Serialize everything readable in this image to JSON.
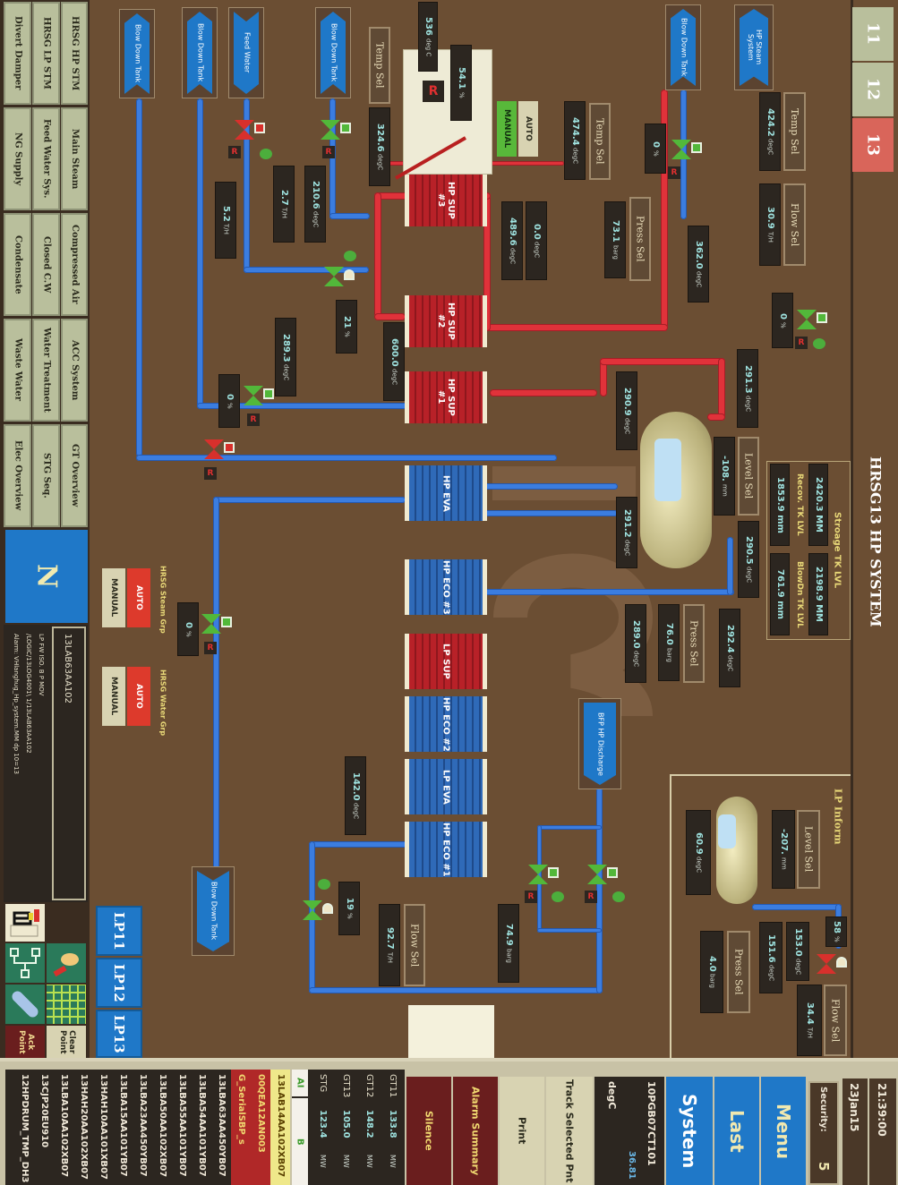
{
  "window": {
    "title": "HRSG13 HP SYSTEM"
  },
  "unit_tabs": [
    {
      "label": "11",
      "active": false
    },
    {
      "label": "12",
      "active": false
    },
    {
      "label": "13",
      "active": true
    }
  ],
  "nav": {
    "row1": [
      "HRSG HP STM",
      "Main Steam",
      "Compressed Air",
      "ACC System",
      "GT Overview"
    ],
    "row2": [
      "HRSG LP STM",
      "Feed Water Sys.",
      "Closed C.W",
      "Water Treatment",
      "STG Seq."
    ],
    "row3": [
      "Divert Damper",
      "NG Supply",
      "Condensate",
      "Waste Water",
      "Elec Overview"
    ],
    "north_label": "N",
    "selected_point": "13LAB63AA102",
    "alarm_lines": [
      "LP FW ISO. B P MOV",
      "/LOGIC/13LOG4001\\ 1/13LAB63AA102",
      "Alarm: VHlanghug_Hp_system.MM dp 10=13"
    ]
  },
  "toolbox": {
    "ack_point": "Ack Point",
    "clear_point": "Clear Point"
  },
  "lp_buttons": [
    "LP11",
    "LP12",
    "LP13"
  ],
  "header_right": {
    "time": "21:39:00",
    "date": "23Jan15",
    "security_label": "Security:",
    "security_level": "5",
    "menu": "Menu",
    "last": "Last",
    "system": "System"
  },
  "tracked_point": {
    "tag": "10PGB07CT101",
    "unit": "degC",
    "value": "36.81"
  },
  "action_buttons": {
    "track": "Track Selected Pnt",
    "print": "Print",
    "alarm_summary": "Alarm Summary",
    "silence": "Silence"
  },
  "power": {
    "tabs": [
      "AI",
      "B"
    ],
    "rows": [
      {
        "unit": "GT11",
        "value": "133.8",
        "uom": "MW"
      },
      {
        "unit": "GT12",
        "value": "148.2",
        "uom": "MW"
      },
      {
        "unit": "GT13",
        "value": "105.0",
        "uom": "MW"
      },
      {
        "unit": "STG",
        "value": "123.4",
        "uom": "MW"
      }
    ]
  },
  "alarm_tags": {
    "highlighted": "13LAB14AA102XB07",
    "active": [
      "00QEA12AN003",
      "G_SerialSBP_s"
    ],
    "list": [
      "13LBA63AA450YB07",
      "13LBA54AA101YB07",
      "13LBA55AA101YB07",
      "13LBA50AA102XB07",
      "13LBA23AA450YB07",
      "13LBA15AA101YB07",
      "13HAH10AA101XB07",
      "13HAH20AA102XB07",
      "13LBA10AA102XB07",
      "13CJP20EU910",
      "12HPDRUM_TMP_DH3"
    ]
  },
  "storage": {
    "title": "Stroage TK LVL",
    "top_values": [
      "2420.3 MM",
      "2198.9 MM"
    ],
    "recov_label": "Recov. TK LVL",
    "blowdn_label": "BlowDn TK LVL",
    "recov_value": "1853.9 mm",
    "blowdn_value": "761.9 mm"
  },
  "arrows": {
    "hp_steam": "HP Steam System",
    "blowdown_top": "Blow Down Tank",
    "blowdown_left1": "Blow Down Tank",
    "blowdown_left2": "Blow Down Tank",
    "feed_water": "Feed Water",
    "blowdown_mid": "Blow Down Tank",
    "blowdown_bottom": "Blow Down Tank",
    "bfp_hp": "BFP HP Discharge"
  },
  "exchangers": {
    "hp_sup3": "HP SUP #3",
    "hp_sup2": "HP SUP #2",
    "hp_sup1": "HP SUP #1",
    "hp_eva": "HP EVA",
    "hp_eco3": "HP ECO #3",
    "lp_sup": "LP SUP",
    "hp_eco2": "HP ECO #2",
    "lp_eva": "LP EVA",
    "hp_eco1": "HP ECO #1"
  },
  "select_buttons": {
    "temp_sel_main": "Temp Sel",
    "flow_sel_main": "Flow Sel",
    "temp_sel_mid": "Temp Sel",
    "press_sel_mid": "Press Sel",
    "temp_sel_left": "Temp Sel",
    "level_sel_drum": "Level Sel",
    "press_sel_drum": "Press Sel",
    "level_sel_lp": "Level Sel",
    "press_sel_lp": "Press Sel",
    "flow_sel_lp": "Flow Sel",
    "flow_sel_fw": "Flow Sel"
  },
  "readouts": {
    "main_temp": {
      "v": "424.2",
      "u": "degC"
    },
    "main_flow": {
      "v": "30.9",
      "u": "T/H"
    },
    "bd_valve_pct": {
      "v": "0",
      "u": "%"
    },
    "t362": {
      "v": "362.0",
      "u": "degC"
    },
    "main_valve_pct": {
      "v": "0",
      "u": "%"
    },
    "mid_temp": {
      "v": "474.4",
      "u": "degC"
    },
    "mid_press": {
      "v": "73.1",
      "u": "barg"
    },
    "sup3_out": {
      "v": "489.6",
      "u": "degC"
    },
    "sup3_zero": {
      "v": "0.0",
      "u": "degC"
    },
    "att_pct": {
      "v": "54.1",
      "u": "%"
    },
    "t536": {
      "v": "536",
      "u": "deg C"
    },
    "left_temp": {
      "v": "324.6",
      "u": "degC"
    },
    "t210": {
      "v": "210.6",
      "u": "degC"
    },
    "f27": {
      "v": "2.7",
      "u": "T/H"
    },
    "f52": {
      "v": "5.2",
      "u": "T/H"
    },
    "spray_pct": {
      "v": "21",
      "u": "%"
    },
    "t289_3": {
      "v": "289.3",
      "u": "degC"
    },
    "t600": {
      "v": "600.0",
      "u": "degC"
    },
    "bd2_pct": {
      "v": "0",
      "u": "%"
    },
    "drum_291_3": {
      "v": "291.3",
      "u": "degC"
    },
    "drum_290_9": {
      "v": "290.9",
      "u": "degC"
    },
    "drum_level": {
      "v": "-108.",
      "u": "mm"
    },
    "drum_291_2": {
      "v": "291.2",
      "u": "degC"
    },
    "drum_290_5": {
      "v": "290.5",
      "u": "degC"
    },
    "t292_4": {
      "v": "292.4",
      "u": "degC"
    },
    "p76": {
      "v": "76.0",
      "u": "barg"
    },
    "t289_0": {
      "v": "289.0",
      "u": "degC"
    },
    "steam_grp_pct": {
      "v": "0",
      "u": "%"
    },
    "t142": {
      "v": "142.0",
      "u": "degC"
    },
    "fw_pct": {
      "v": "19",
      "u": "%"
    },
    "fw_flow": {
      "v": "92.7",
      "u": "T/H"
    },
    "fw_press": {
      "v": "74.9",
      "u": "barg"
    },
    "lp_level": {
      "v": "-207.",
      "u": "mm"
    },
    "lp_temp": {
      "v": "60.9",
      "u": "degC"
    },
    "lp_t153": {
      "v": "153.0",
      "u": "degC"
    },
    "lp_t151": {
      "v": "151.6",
      "u": "degC"
    },
    "lp_press": {
      "v": "4.0",
      "u": "barg"
    },
    "lp_valve_pct": {
      "v": "58",
      "u": "%"
    },
    "lp_flow": {
      "v": "34.4",
      "u": "T/H"
    }
  },
  "lp_inform": {
    "title": "LP Inform"
  },
  "groups": {
    "steam_grp": "HRSG Steam Grp",
    "water_grp": "HRSG Water Grp",
    "auto": "AUTO",
    "manual": "MANUAL"
  },
  "att": {
    "auto": "AUTO",
    "manual": "MANUAL",
    "mode_tag": "R"
  },
  "tag_r": "R",
  "colors": {
    "canvas": "#6b4e33",
    "pipe_water": "#3b7de0",
    "pipe_steam": "#e0323a",
    "active_tab": "#d9655a",
    "nav_blue": "#1f78c8",
    "valve_open": "#52b83a",
    "valve_closed": "#d8302c"
  }
}
